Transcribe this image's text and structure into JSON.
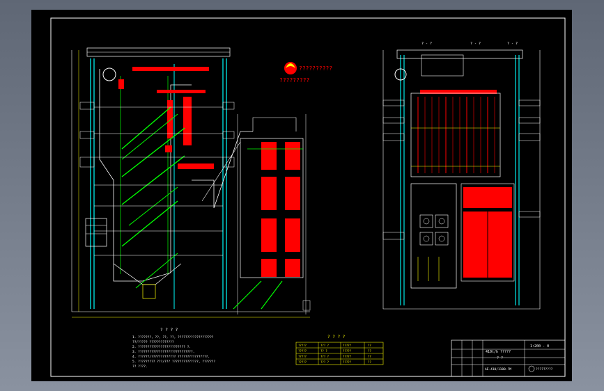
{
  "drawing": {
    "logo_text": "??????????",
    "logo_subtext": "?????????",
    "section_labels": [
      "? - ?",
      "? - ?",
      "? - ?"
    ],
    "notes": {
      "title": "? ? ? ?",
      "lines": [
        "1. ???????, ??, ??, ??, ???????????????????",
        "   ??/????? ?????????????",
        "2. ????????????????????????? ?.",
        "3. ?????????????????????????????.",
        "4. ??????/????????????? ????????????????.",
        "5. ????????? ???/??? ??????????????, ???????",
        "   ?? ????."
      ]
    },
    "param_table": {
      "title": "? ? ? ?",
      "rows": [
        [
          "?????",
          "??? ?",
          "?????",
          "??"
        ],
        [
          "?????",
          "?? ?",
          "?????",
          "??"
        ],
        [
          "?????",
          "??? ?",
          "?????",
          "??"
        ],
        [
          "?????",
          "??? ?",
          "?????",
          "??"
        ]
      ]
    },
    "title_block": {
      "scale": "1:200 - 0",
      "project": "410t/h ?????",
      "sheet_name": "? ?",
      "drawing_no": "AE-410/1100-?M",
      "company": "?????????"
    }
  },
  "colors": {
    "background": "#000000",
    "frame": "#ffffff",
    "red": "#ff0000",
    "green": "#00ff00",
    "yellow": "#ffff00",
    "cyan": "#00ffff",
    "white": "#ffffff"
  }
}
